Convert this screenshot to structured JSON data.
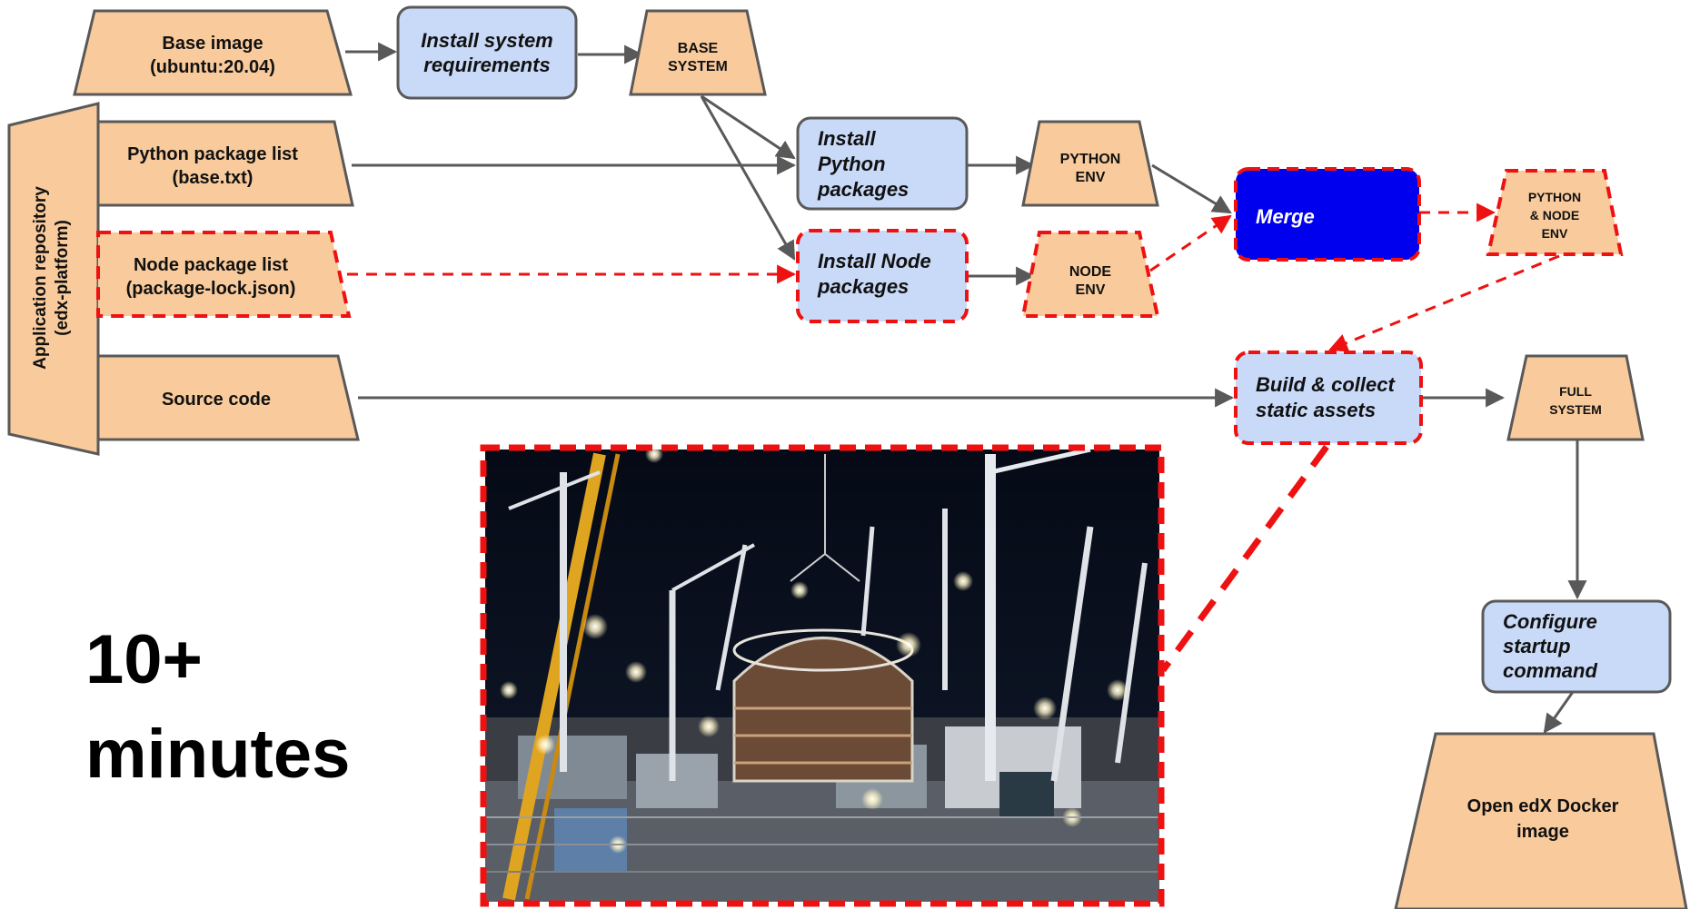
{
  "colors": {
    "artifact_fill": "#f9cb9c",
    "process_fill": "#c9daf8",
    "merge_fill": "#0000ee",
    "stroke_gray": "#595959",
    "highlight_red": "#ee1111",
    "arrow_gray": "#595959"
  },
  "inputs": {
    "base_image": [
      "Base image",
      "(ubuntu:20.04)"
    ],
    "python_list": [
      "Python package list",
      "(base.txt)"
    ],
    "node_list": [
      "Node package list",
      "(package-lock.json)"
    ],
    "source_code": [
      "Source code"
    ],
    "app_repo": [
      "Application repository",
      "(edx-platform)"
    ]
  },
  "processes": {
    "install_system": [
      "Install system",
      "requirements"
    ],
    "install_python": [
      "Install",
      "Python",
      "packages"
    ],
    "install_node": [
      "Install Node",
      "packages"
    ],
    "merge": [
      "Merge"
    ],
    "build_assets": [
      "Build & collect",
      "static assets"
    ],
    "configure": [
      "Configure",
      "startup",
      "command"
    ]
  },
  "artifacts": {
    "base_system": [
      "BASE",
      "SYSTEM"
    ],
    "python_env": [
      "PYTHON",
      "ENV"
    ],
    "node_env": [
      "NODE",
      "ENV"
    ],
    "python_node_env": [
      "PYTHON",
      "& NODE",
      "ENV"
    ],
    "full_system": [
      "FULL",
      "SYSTEM"
    ],
    "docker_image": [
      "Open edX Docker",
      "image"
    ]
  },
  "duration": [
    "10+",
    "minutes"
  ],
  "photo": {
    "icon": "construction-site-photo"
  }
}
